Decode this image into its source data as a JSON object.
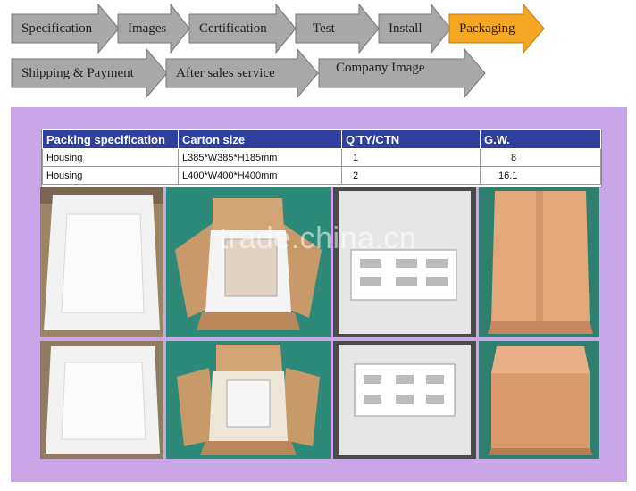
{
  "nav": {
    "row1": [
      {
        "label": "Specification",
        "active": false
      },
      {
        "label": "Images",
        "active": false
      },
      {
        "label": "Certification",
        "active": false
      },
      {
        "label": "Test",
        "active": false
      },
      {
        "label": "Install",
        "active": false
      },
      {
        "label": "Packaging",
        "active": true
      }
    ],
    "row2": [
      {
        "label": "Shipping & Payment",
        "active": false
      },
      {
        "label": "After sales service",
        "active": false
      },
      {
        "label": "Company Image",
        "active": false
      }
    ]
  },
  "table": {
    "headers": [
      "Packing specification",
      "Carton size",
      "Q'TY/CTN",
      "G.W."
    ],
    "rows": [
      [
        "Housing",
        "L385*W385*H185mm",
        "1",
        "8"
      ],
      [
        "Housing",
        "L400*W400*H400mm",
        "2",
        "16.1"
      ]
    ]
  },
  "photos": [
    {
      "name": "foam-box-photo"
    },
    {
      "name": "open-carton-led-photo"
    },
    {
      "name": "foam-with-manual-photo"
    },
    {
      "name": "sealed-carton-photo"
    },
    {
      "name": "foam-box-photo-2"
    },
    {
      "name": "open-carton-led-photo-2"
    },
    {
      "name": "foam-with-manual-photo-2"
    },
    {
      "name": "closed-carton-photo"
    }
  ],
  "watermark": "trade.china.cn",
  "colors": {
    "arrow_fill": "#a8a8a8",
    "arrow_active": "#f5a623",
    "panel": "#c9a6e8",
    "table_header": "#2f3f9e"
  }
}
